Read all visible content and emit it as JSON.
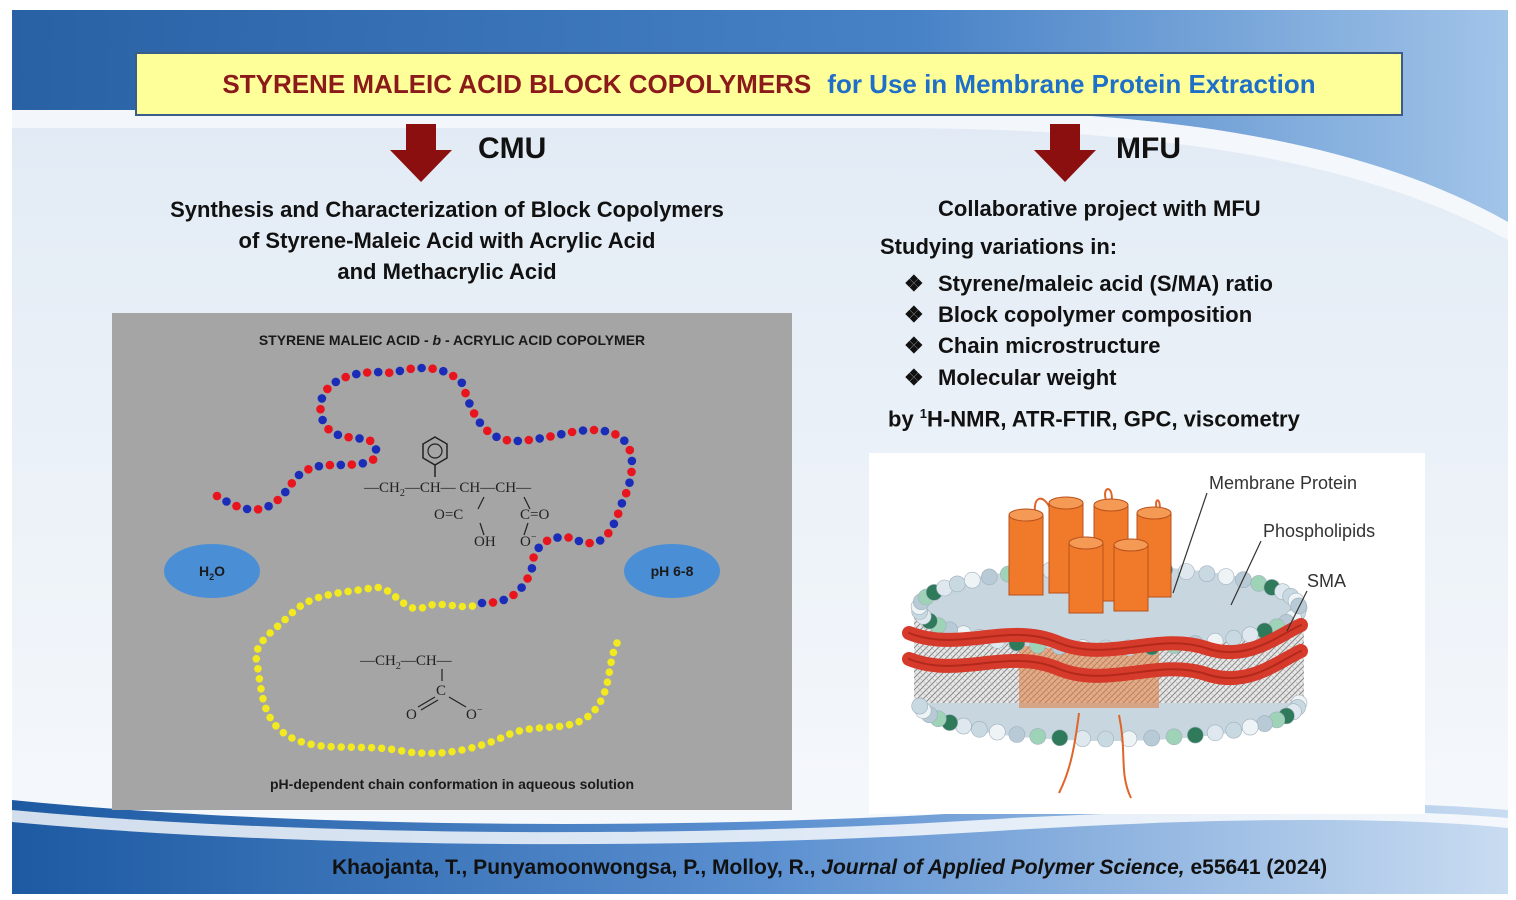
{
  "title": {
    "part1": "STYRENE MALEIC ACID BLOCK COPOLYMERS",
    "part2": "for Use in Membrane Protein Extraction"
  },
  "left": {
    "heading": "CMU",
    "description_lines": [
      "Synthesis and Characterization of Block Copolymers",
      "of Styrene-Maleic Acid with Acrylic Acid",
      "and Methacrylic Acid"
    ],
    "figure": {
      "title_part1": "STYRENE MALEIC ACID - ",
      "title_italic": "b",
      "title_part2": " - ACRYLIC ACID COPOLYMER",
      "bubble_left": "H",
      "bubble_left_sub": "2",
      "bubble_left_end": "O",
      "bubble_right": "pH 6-8",
      "caption": "pH-dependent chain conformation in aqueous solution",
      "formula1": {
        "line1_a": "—CH",
        "line1_sub": "2",
        "line1_b": "—CH—  CH—CH—",
        "line2_a": "O=C",
        "line2_b": "C=O",
        "line3_a": "OH",
        "line3_b": "O",
        "line3_sup": "−"
      },
      "formula2": {
        "line1_a": "—CH",
        "line1_sub": "2",
        "line1_b": "—CH—",
        "line2": "C",
        "line3_a": "O",
        "line3_b": "O",
        "line3_sup": "−"
      }
    }
  },
  "right": {
    "heading": "MFU",
    "line1": "Collaborative project with MFU",
    "line2": "Studying variations in:",
    "bullets": [
      "Styrene/maleic acid (S/MA) ratio",
      "Block copolymer composition",
      "Chain microstructure",
      "Molecular weight"
    ],
    "bullet_symbol": "❖",
    "by_prefix": "by ",
    "by_sup": "1",
    "by_rest": "H-NMR, ATR-FTIR, GPC, viscometry",
    "figure": {
      "label1": "Membrane Protein",
      "label2": "Phospholipids",
      "label3": "SMA"
    }
  },
  "citation": {
    "authors": "Khaojanta, T., Punyamoonwongsa, P., Molloy, R., ",
    "journal": "Journal of Applied Polymer Science,",
    "rest": " e55641 (2024)"
  },
  "colors": {
    "title_red": "#8b1a1a",
    "title_blue": "#1e6fc9",
    "arrow": "#8b0f0f",
    "chain_red": "#e8141e",
    "chain_blue": "#1a2cb8",
    "chain_yellow": "#f2ea1e",
    "bubble": "#4a8fd6",
    "sma_belt": "#d63a2a",
    "protein": "#f07a2a"
  }
}
